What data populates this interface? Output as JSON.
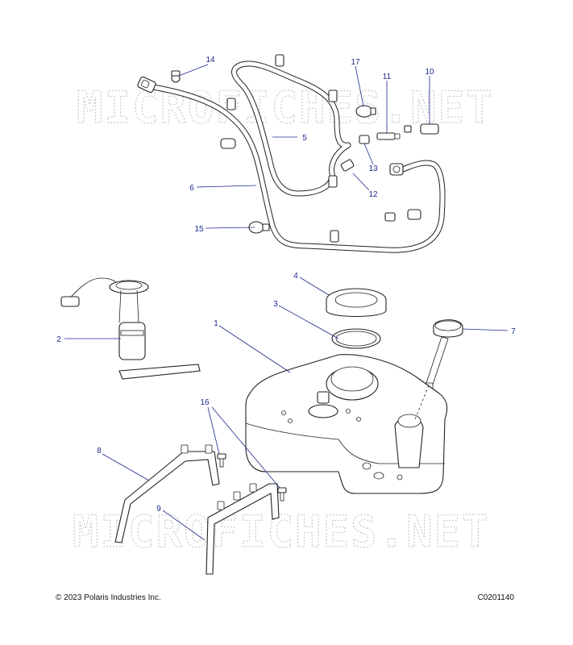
{
  "watermark": {
    "text": "MICROFICHES.NET"
  },
  "footer": {
    "copyright": "© 2023 Polaris Industries Inc.",
    "figure_id": "C0201140"
  },
  "callouts": {
    "c1": "1",
    "c2": "2",
    "c3": "3",
    "c4": "4",
    "c5": "5",
    "c6": "6",
    "c7": "7",
    "c8": "8",
    "c9": "9",
    "c10": "10",
    "c11": "11",
    "c12": "12",
    "c13": "13",
    "c14": "14",
    "c15": "15",
    "c16": "16",
    "c17": "17"
  },
  "colors": {
    "callout": "#1b2a8a",
    "outline": "#222222",
    "watermark": "#c9c9c9"
  }
}
